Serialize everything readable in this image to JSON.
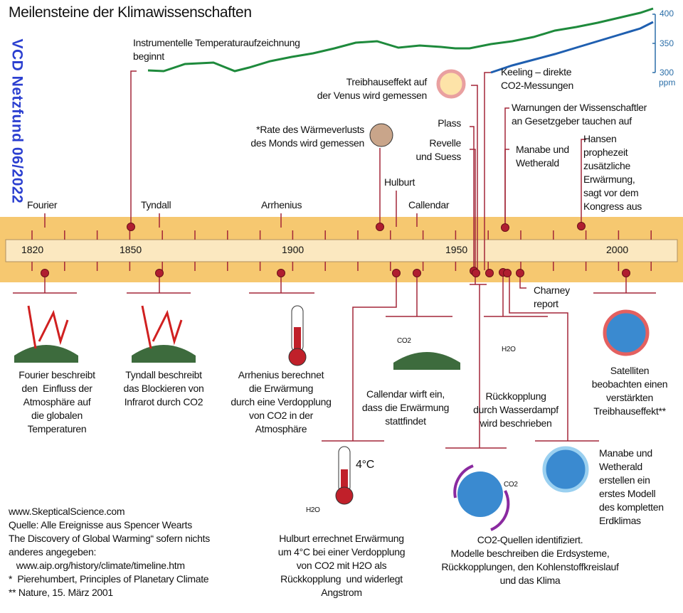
{
  "title": "Meilensteine der Klimawissenschaften",
  "stamp": "VCD Netzfund 06/2022",
  "colors": {
    "band": "#f6c870",
    "bar": "#fbe8c0",
    "line": "#a32638",
    "dot": "#b01e30",
    "temp": "#1e8a3c",
    "co2": "#1f5fb0",
    "stamp": "#2b3fd0"
  },
  "ppm_axis": {
    "ticks": [
      "400",
      "350",
      "300"
    ],
    "unit": "ppm"
  },
  "years": [
    "1820",
    "1850",
    "1900",
    "1950",
    "2000"
  ],
  "top_labels": {
    "instrumental": [
      "Instrumentelle Temperaturaufzeichnung",
      "beginnt"
    ],
    "venus": [
      "Treibhauseffekt auf",
      "der Venus wird gemessen"
    ],
    "moon": [
      "*Rate des Wärmeverlusts",
      "des Monds wird gemessen"
    ],
    "plass": "Plass",
    "revelle": [
      "Revelle",
      "und Suess"
    ],
    "keeling": [
      "Keeling – direkte",
      "CO2-Messungen"
    ],
    "warnungen": [
      "Warnungen der Wissenschaftler",
      "an Gesetzgeber tauchen auf"
    ],
    "manabe": [
      "Manabe und",
      "Wetherald"
    ],
    "hansen": [
      "Hansen",
      "prophezeit",
      "zusätzliche",
      "Erwärmung,",
      "sagt vor dem",
      "Kongress aus"
    ],
    "hulburt": "Hulburt",
    "callendar": "Callendar",
    "fourier": "Fourier",
    "tyndall": "Tyndall",
    "arrhenius": "Arrhenius"
  },
  "charney": [
    "Charney",
    "report"
  ],
  "captions": {
    "fourier": [
      "Fourier beschreibt",
      "den  Einfluss der",
      "Atmosphäre auf",
      "die globalen",
      "Temperaturen"
    ],
    "tyndall": [
      "Tyndall beschreibt",
      "das Blockieren von",
      "Infrarot durch CO2"
    ],
    "arrhenius": [
      "Arrhenius berechnet",
      "die Erwärmung",
      "durch eine Verdopplung",
      "von CO2 in der",
      "Atmosphäre"
    ],
    "callendar": [
      "Callendar wirft ein,",
      "dass die Erwärmung",
      "stattfindet"
    ],
    "rueckkopplung": [
      "Rückkopplung",
      "durch Wasserdampf",
      "wird beschrieben"
    ],
    "satelliten": [
      "Satelliten",
      "beobachten einen",
      "verstärkten",
      "Treibhauseffekt**"
    ],
    "manabe_model": [
      "Manabe und",
      "Wetherald",
      "erstellen ein",
      "erstes Modell",
      "des kompletten",
      "Erdklimas"
    ],
    "hulburt": [
      "Hulburt errechnet Erwärmung",
      "um 4°C bei einer Verdopplung",
      "von CO2 mit H2O als",
      "Rückkopplung  und widerlegt",
      "Angstrom"
    ],
    "co2_quellen": [
      "CO2-Quellen identifiziert.",
      "Modelle beschreiben die Erdsysteme,",
      "Rückkopplungen, den Kohlenstoffkreislauf",
      "und das Klima"
    ]
  },
  "icon_text": {
    "co2": "CO2",
    "h2o": "H2O",
    "four_c": "4°C"
  },
  "footer": [
    "www.SkepticalScience.com",
    "Quelle: Alle Ereignisse aus Spencer Wearts",
    "The Discovery of Global Warming“ sofern nichts",
    "anderes angegeben:",
    "   www.aip.org/history/climate/timeline.htm",
    "*  Pierehumbert, Principles of Planetary Climate",
    "** Nature, 15. März 2001"
  ]
}
